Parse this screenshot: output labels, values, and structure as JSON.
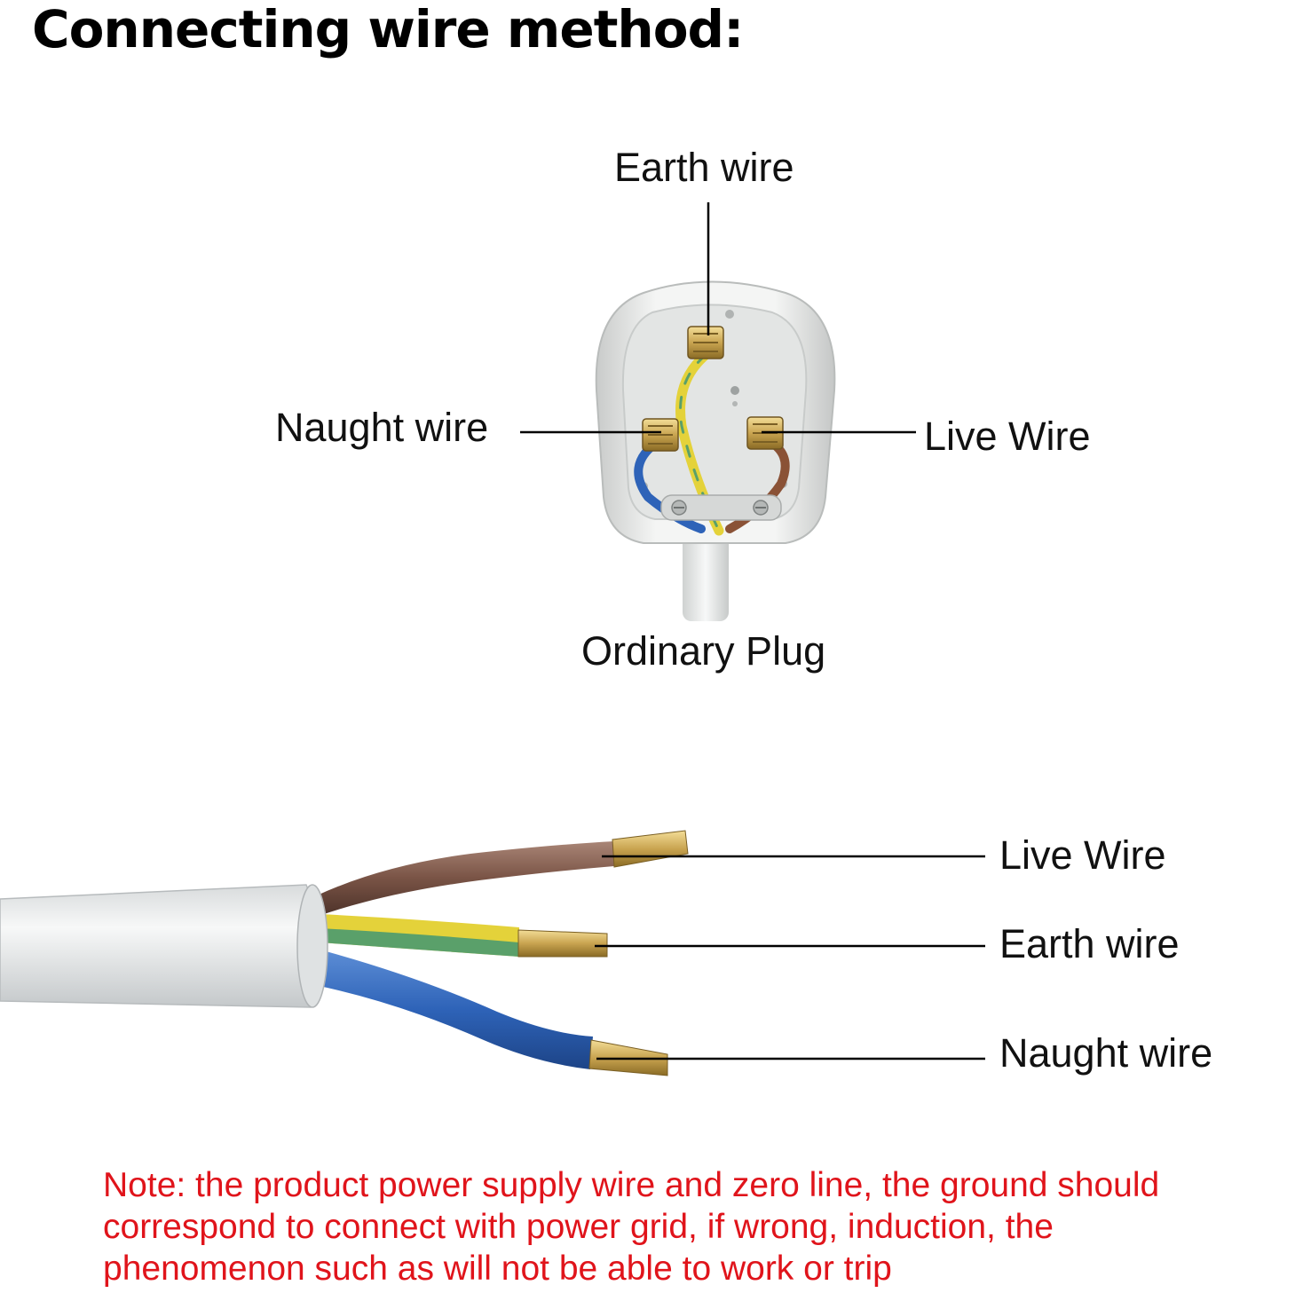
{
  "title": "Connecting wire method:",
  "plug": {
    "caption": "Ordinary Plug",
    "earth_label": "Earth wire",
    "naught_label": "Naught wire",
    "live_label": "Live Wire"
  },
  "cable": {
    "live_label": "Live Wire",
    "earth_label": "Earth wire",
    "naught_label": "Naught wire"
  },
  "note": {
    "lines": [
      "Note: the product power supply wire and zero line, the ground should",
      "correspond to connect with power grid, if wrong, induction, the",
      "phenomenon such as will not be able to work or trip"
    ]
  },
  "colors": {
    "title": "#000000",
    "note": "#e0141b",
    "live_wire": "#7a5446",
    "earth_wire_yellow": "#e4d23a",
    "earth_wire_green": "#5aa06a",
    "naught_wire": "#2e63b8",
    "brass": "#c9a450",
    "plug_body": "#eceeed"
  }
}
